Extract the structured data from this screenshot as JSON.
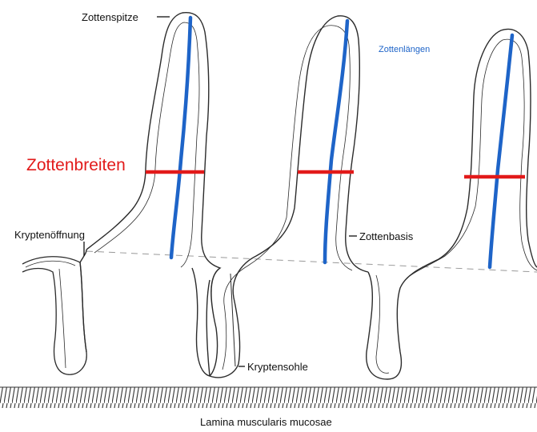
{
  "labels": {
    "villus_tip": "Zottenspitze",
    "villus_lengths": "Zottenlängen",
    "villus_widths": "Zottenbreiten",
    "crypt_opening": "Kryptenöffnung",
    "villus_base": "Zottenbasis",
    "crypt_floor": "Kryptensohle",
    "muscularis": "Lamina muscularis mucosae"
  },
  "colors": {
    "length_line": "#1e64c8",
    "width_line": "#e21a1a",
    "ink": "#2b2b2b",
    "reference_line": "#999999"
  },
  "icons": {
    "epithelium": "sketched-epithelium-outline",
    "muscularis": "hatched-muscle-layer"
  }
}
